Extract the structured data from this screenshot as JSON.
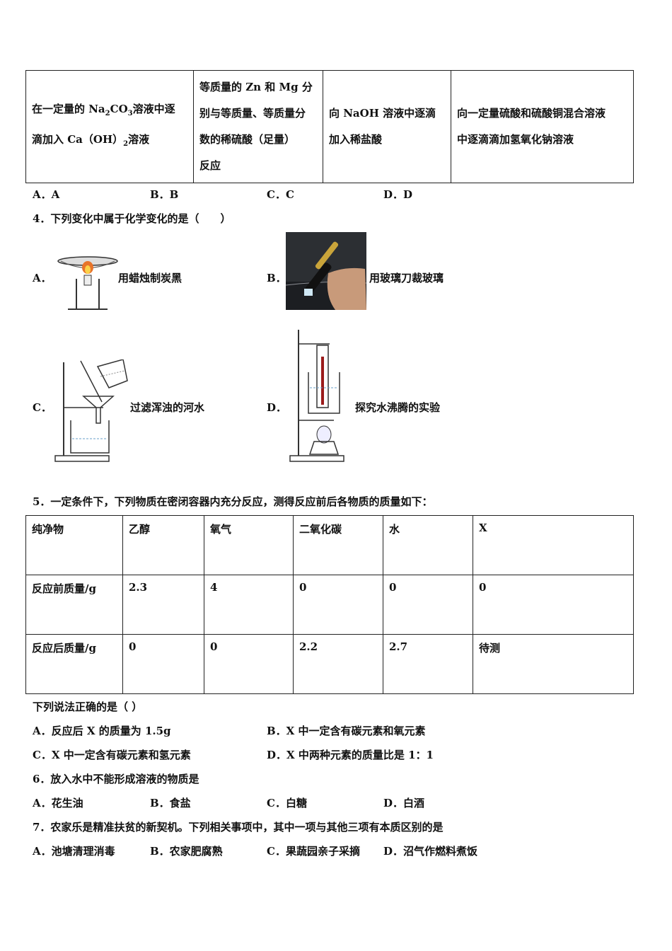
{
  "q3_table": {
    "c1": {
      "pre": "在一定量的 Na",
      "sub1": "2",
      "mid": "CO",
      "sub2": "3",
      "post": "溶液中逐",
      "line2a": "滴加入 Ca（OH）",
      "sub3": "2",
      "line2b": "溶液"
    },
    "c2": [
      "等质量的 Zn 和 Mg 分",
      "别与等质量、等质量分",
      "数的稀硫酸（足量）",
      "反应"
    ],
    "c3": [
      "向 NaOH 溶液中逐滴",
      "加入稀盐酸"
    ],
    "c4": [
      "向一定量硫酸和硫酸铜混合溶液",
      "中逐滴滴加氢氧化钠溶液"
    ]
  },
  "q3_options": [
    "A．A",
    "B．B",
    "C．C",
    "D．D"
  ],
  "q4": {
    "stem": "4．下列变化中属于化学变化的是（　　）",
    "A": {
      "letter": "A．",
      "text": "用蜡烛制炭黑"
    },
    "B": {
      "letter": "B．",
      "text": "用玻璃刀裁玻璃"
    },
    "C": {
      "letter": "C．",
      "text": "过滤浑浊的河水"
    },
    "D": {
      "letter": "D．",
      "text": "探究水沸腾的实验"
    }
  },
  "q5": {
    "stem": "5．一定条件下，下列物质在密闭容器内充分反应，测得反应前后各物质的质量如下：",
    "headers": [
      "纯净物",
      "乙醇",
      "氧气",
      "二氧化碳",
      "水",
      "X"
    ],
    "before": [
      "反应前质量/g",
      "2.3",
      "4",
      "0",
      "0",
      "0"
    ],
    "after": [
      "反应后质量/g",
      "0",
      "0",
      "2.2",
      "2.7",
      "待测"
    ],
    "question": "下列说法正确的是（ ）",
    "A": "A．反应后 X 的质量为 1.5g",
    "B": "B．X 中一定含有碳元素和氧元素",
    "C": "C．X 中一定含有碳元素和氢元素",
    "D": "D．X 中两种元素的质量比是 1：1"
  },
  "q6": {
    "stem": "6．放入水中不能形成溶液的物质是",
    "options": [
      "A．花生油",
      "B．食盐",
      "C．白糖",
      "D．白酒"
    ]
  },
  "q7": {
    "stem": "7．农家乐是精准扶贫的新契机。下列相关事项中，其中一项与其他三项有本质区别的是",
    "options": [
      "A．池塘清理消毒",
      "B．农家肥腐熟",
      "C．果蔬园亲子采摘",
      "D．沼气作燃料煮饭"
    ]
  }
}
